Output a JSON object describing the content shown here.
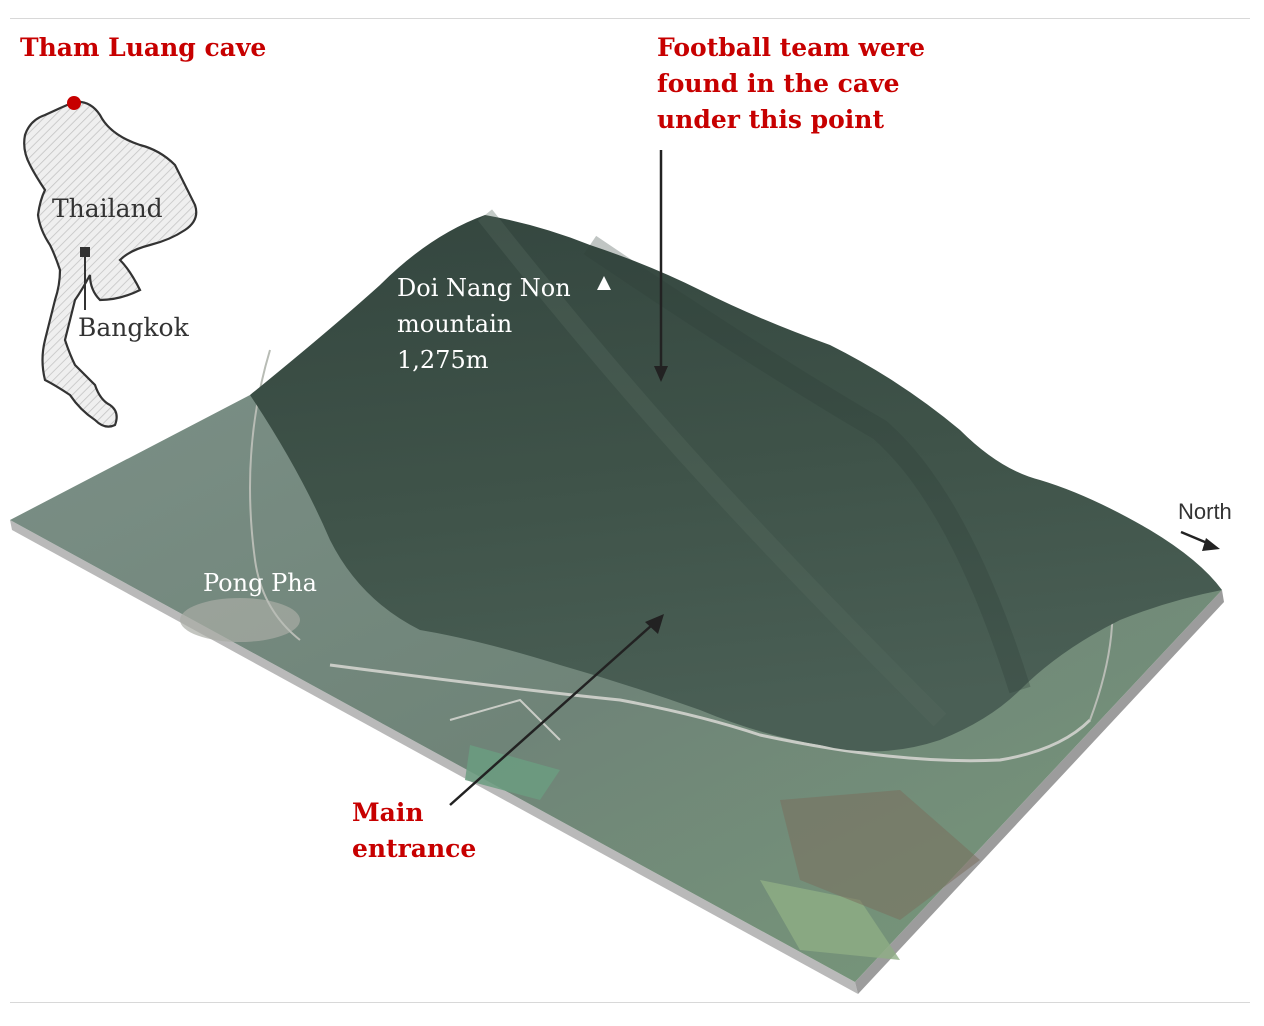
{
  "inset": {
    "cave_label": "Tham Luang cave",
    "country_label": "Thailand",
    "capital_label": "Bangkok"
  },
  "annotations": {
    "team_found_lines": [
      "Football team were",
      "found in the cave",
      "under this point"
    ],
    "mountain_lines": [
      "Doi Nang Non",
      "mountain",
      "1,275m"
    ],
    "entrance_lines": [
      "Main",
      "entrance"
    ],
    "town_label": "Pong Pha",
    "north_label": "North"
  },
  "markers": {
    "summit_icon": "triangle-icon",
    "cave_marker_icon": "red-dot-icon",
    "capital_marker_icon": "square-icon"
  },
  "colors": {
    "accent_red": "#c70000",
    "label_dark": "#333333",
    "terrain_dark": "#3b4e48",
    "terrain_light": "#6f8578",
    "plain_green": "#7d9a7c"
  }
}
